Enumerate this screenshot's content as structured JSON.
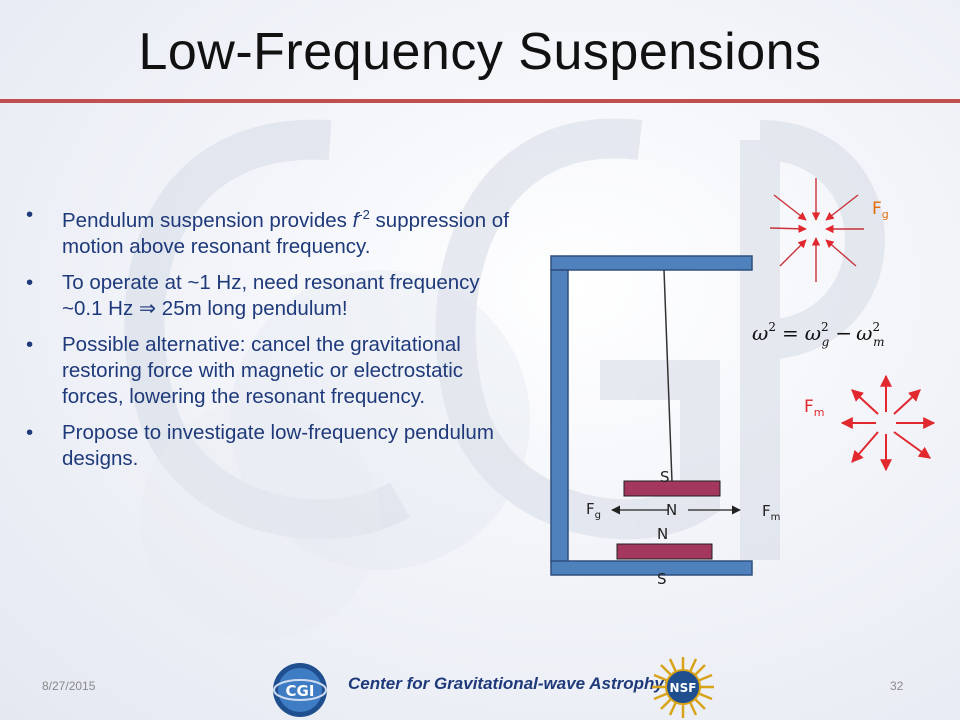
{
  "slide": {
    "title": "Low-Frequency Suspensions"
  },
  "bullets": [
    {
      "pre": "Pendulum suspension provides ",
      "var": "f",
      "sup": "-2",
      "post": " suppression of motion above resonant frequency."
    },
    {
      "pre": "To operate at ~1 Hz, need resonant frequency ~0.1 Hz ",
      "arrow": "⇒",
      "post": " 25m long pendulum!"
    },
    {
      "pre": "Possible alternative: cancel the gravitational restoring force with magnetic or electrostatic forces, lowering the resonant frequency."
    },
    {
      "pre": "Propose to investigate low-frequency pendulum designs."
    }
  ],
  "bullet_glyph": "•",
  "diagram": {
    "labels": {
      "upper_magnet_S": "S",
      "upper_magnet_N": "N",
      "lower_magnet_N": "N",
      "lower_magnet_S": "S",
      "force_g": "F",
      "force_g_sub": "g",
      "force_m": "F",
      "force_m_sub": "m"
    },
    "equation": {
      "lhs": "ω",
      "lhs_sup": "2",
      "eq": "=",
      "t1": "ω",
      "t1_sub": "g",
      "t1_sup": "2",
      "minus": "−",
      "t2": "ω",
      "t2_sub": "m",
      "t2_sup": "2"
    },
    "colors": {
      "frame": "#4f81bd",
      "frame_stroke": "#2f4f7f",
      "magnet": "#a3375e",
      "arrow_red": "#e0282e",
      "arrow_gray_stroke": "#222222",
      "fg_label": "#e36c09",
      "fm_label": "#e0282e"
    }
  },
  "footer": {
    "date": "8/27/2015",
    "center": "Center for Gravitational-wave Astrophysics",
    "page": "32",
    "logo_left": "CGI",
    "logo_right": "NSF"
  }
}
